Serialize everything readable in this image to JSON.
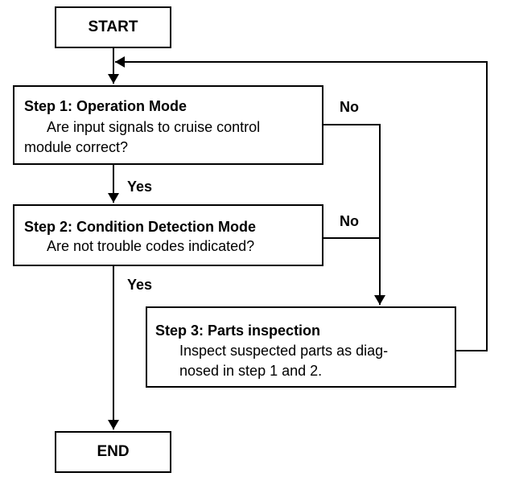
{
  "start": {
    "label": "START"
  },
  "end": {
    "label": "END"
  },
  "steps": [
    {
      "title": "Step 1: Operation Mode",
      "lines": [
        "Are input signals to cruise control",
        "module correct?"
      ]
    },
    {
      "title": "Step 2: Condition Detection Mode",
      "lines": [
        "Are not trouble codes indicated?"
      ]
    },
    {
      "title": "Step 3: Parts inspection",
      "lines": [
        "Inspect suspected parts as diag-",
        "nosed in step 1 and 2."
      ]
    }
  ],
  "edges": {
    "step1_yes": "Yes",
    "step1_no": "No",
    "step2_yes": "Yes",
    "step2_no": "No"
  }
}
